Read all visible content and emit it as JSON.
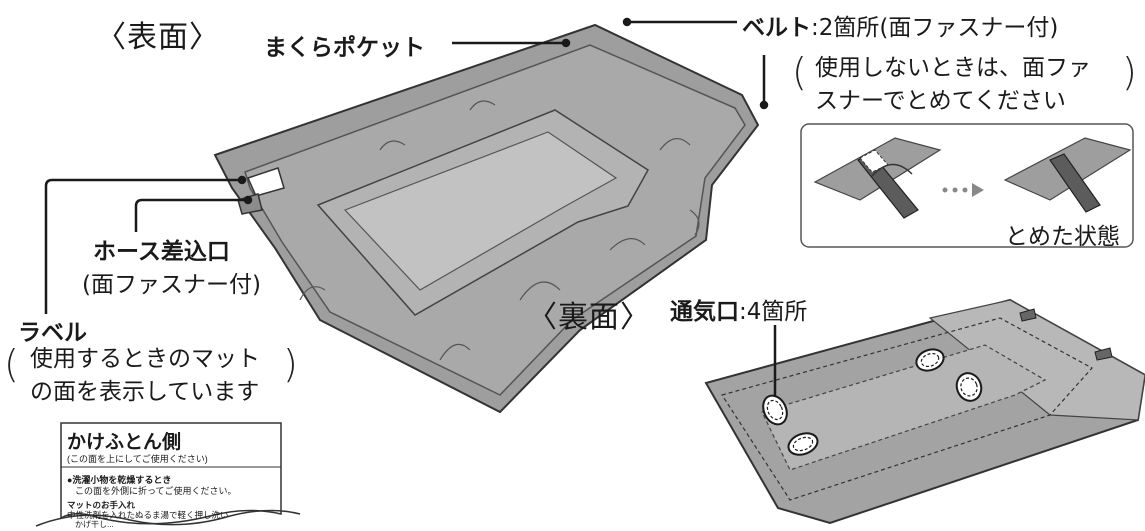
{
  "front": {
    "title": "〈表面〉",
    "pillow_pocket": "まくらポケット",
    "belt_label": "ベルト",
    "belt_detail": ":2箇所(面ファスナー付)",
    "belt_note_line1": "使用しないときは、面ファ",
    "belt_note_line2": "スナーでとめてください",
    "inset_caption": "とめた状態",
    "hose_label": "ホース差込口",
    "hose_detail": "(面ファスナー付)",
    "label_title": "ラベル",
    "label_note_line1": "使用するときのマット",
    "label_note_line2": "の面を表示しています"
  },
  "back": {
    "title": "〈裏面〉",
    "vent_label": "通気口",
    "vent_detail": ":4箇所"
  },
  "label_card": {
    "heading": "かけふとん側",
    "subheading": "(この面を上にしてご使用ください)",
    "bullet_title": "●洗濯小物を乾燥するとき",
    "bullet_text": "この面を外側に折ってご使用ください。",
    "care_title": "マットのお手入れ",
    "care_text": "中性洗剤を入れたぬるま湯で軽く押し洗い",
    "care_text2": "かげ干し..."
  }
}
